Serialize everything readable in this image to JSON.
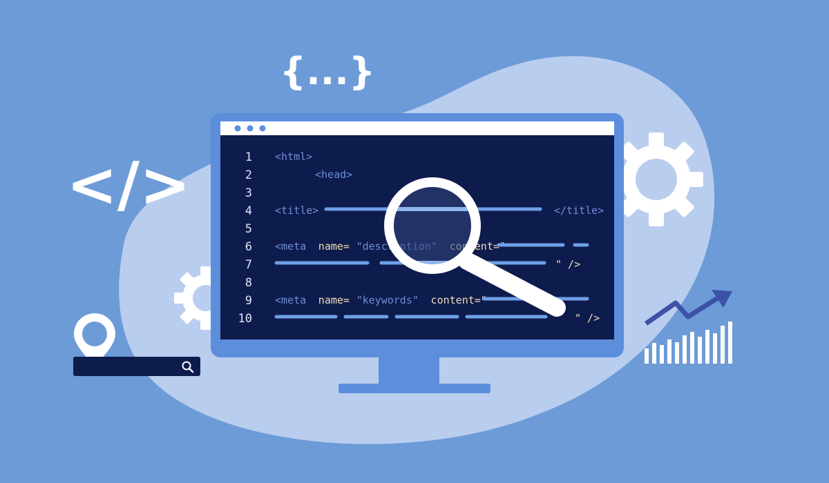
{
  "code": {
    "line_numbers": [
      "1",
      "2",
      "3",
      "4",
      "5",
      "6",
      "7",
      "8",
      "9",
      "10"
    ],
    "html_open": "<html>",
    "head_open": "<head>",
    "title_open": "<title>",
    "title_close": "</title>",
    "meta_open": "<meta",
    "name_attr": "name=",
    "description_value": "\"description\"",
    "keywords_value": "\"keywords\"",
    "content_attr": "content=\"",
    "tag_end": "\" />"
  },
  "decor": {
    "curly_symbol": "{...}",
    "code_symbol": "</>"
  },
  "colors": {
    "background": "#6c9bd8",
    "blob": "#b9cdee",
    "screen": "#0e1b4d",
    "monitor_frame": "#5d8edb",
    "accent": "#3d51a6"
  }
}
